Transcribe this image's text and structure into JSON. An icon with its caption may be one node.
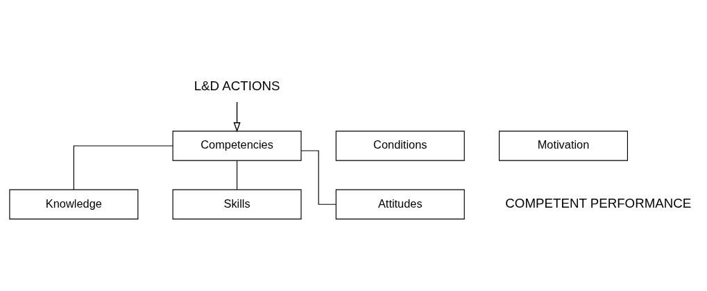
{
  "diagram": {
    "nodes": [
      {
        "text": [
          "L&D ACTIONS"
        ]
      },
      {
        "text": [
          "Competencies"
        ]
      },
      {
        "text": [
          "Conditions"
        ]
      },
      {
        "text": [
          "Motivation"
        ]
      },
      {
        "text": [
          "Knowledge"
        ]
      },
      {
        "text": [
          "Skills"
        ]
      },
      {
        "text": [
          "Attitudes"
        ]
      }
    ],
    "edges": [
      {
        "from": 0,
        "to": 1,
        "arrow": "to"
      },
      {
        "from": 1,
        "to": 4,
        "arrow": "none"
      },
      {
        "from": 1,
        "to": 5,
        "arrow": "none"
      },
      {
        "from": 1,
        "to": 6,
        "arrow": "none"
      }
    ],
    "labels": [
      "COMPETENT PERFORMANCE"
    ]
  }
}
